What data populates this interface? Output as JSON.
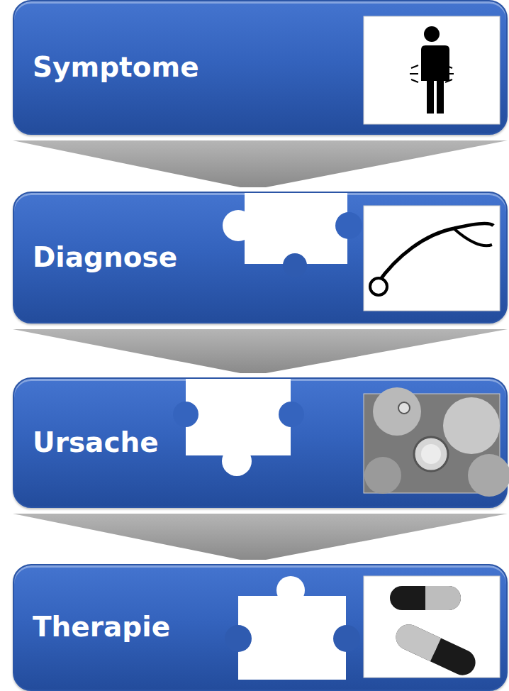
{
  "diagram": {
    "nodes": [
      {
        "text": [
          "Symptome"
        ]
      },
      {
        "text": [
          "Diagnose"
        ]
      },
      {
        "text": [
          "Ursache"
        ]
      },
      {
        "text": [
          "Therapie"
        ]
      }
    ],
    "edges": [
      {
        "from": 0,
        "to": 1,
        "arrow": "to"
      },
      {
        "from": 1,
        "to": 2,
        "arrow": "to"
      },
      {
        "from": 2,
        "to": 3,
        "arrow": "to"
      }
    ]
  }
}
